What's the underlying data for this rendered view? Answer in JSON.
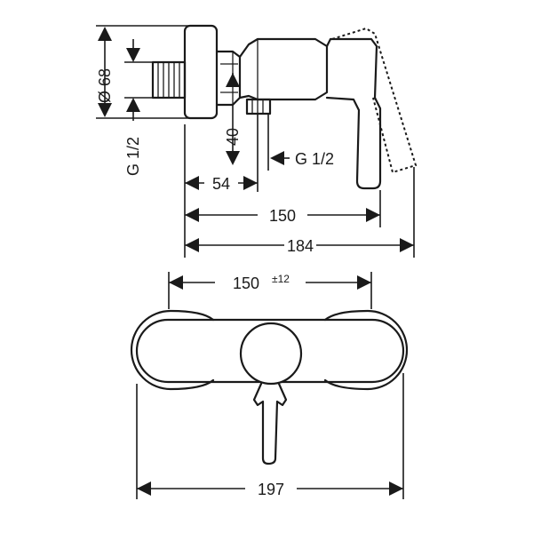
{
  "side_view": {
    "dim_diameter": "Ø 68",
    "dim_inlet_thread": "G 1/2",
    "dim_40": "40",
    "dim_outlet_thread": "G 1/2",
    "dim_54": "54",
    "dim_150": "150",
    "dim_184": "184"
  },
  "front_view": {
    "dim_centers": "150",
    "dim_centers_tolerance": "±12",
    "dim_overall": "197"
  }
}
